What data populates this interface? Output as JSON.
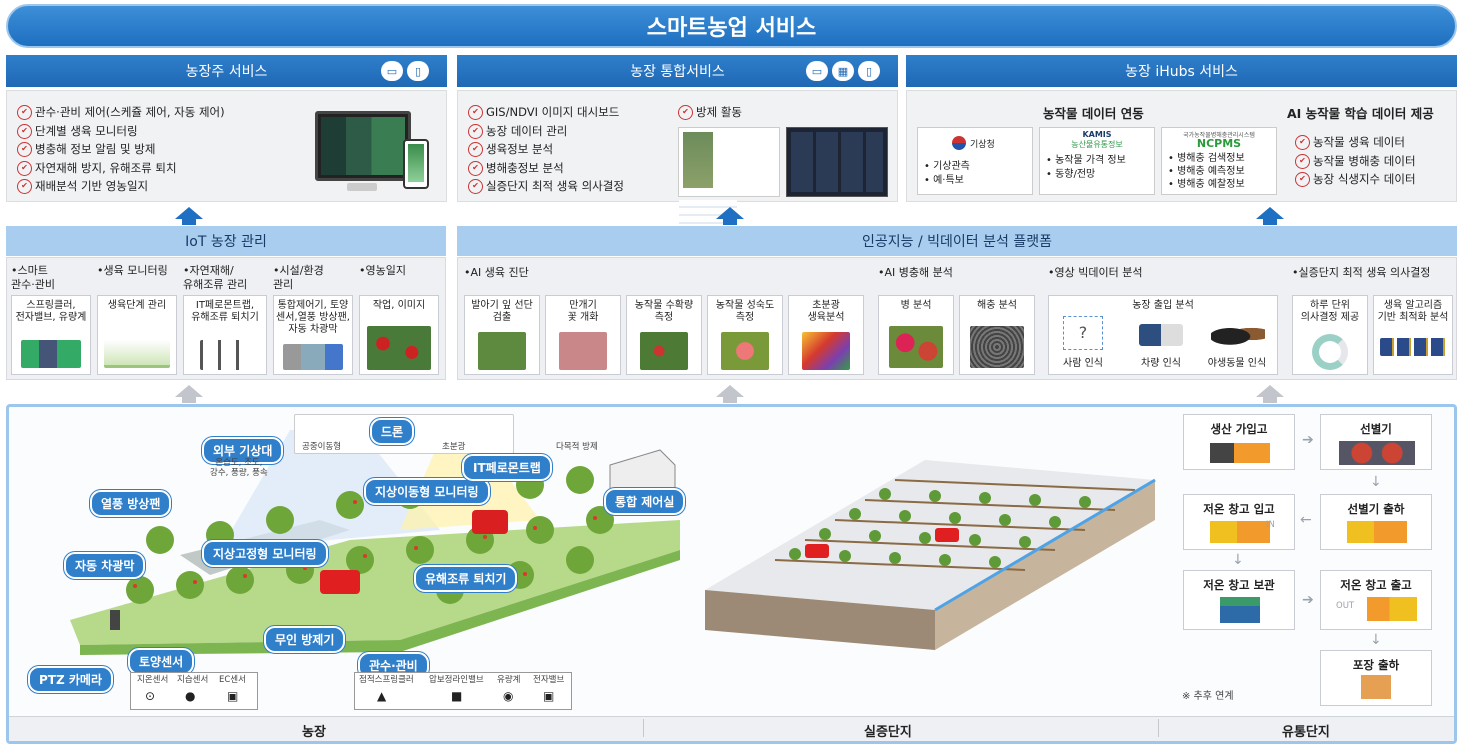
{
  "banner_title": "스마트농업 서비스",
  "services": {
    "farmer": {
      "title": "농장주 서비스",
      "items": [
        "관수·관비 제어(스케쥴 제어, 자동 제어)",
        "단계별 생육 모니터링",
        "병충해 정보 알림 및 방제",
        "자연재해 방지, 유해조류 퇴치",
        "재배분석 기반 영농일지"
      ]
    },
    "integrated": {
      "title": "농장 통합서비스",
      "items": [
        "GIS/NDVI 이미지 대시보드",
        "농장 데이터 관리",
        "생육정보 분석",
        "병해충정보 분석",
        "실증단지 최적 생육 의사결정"
      ],
      "extra_item": "방제 활동"
    },
    "ihubs": {
      "title": "농장 iHubs 서비스",
      "data_link_title": "농작물 데이터 연동",
      "ai_title": "AI 농작물 학습 데이터 제공",
      "kma": {
        "logo": "기상청",
        "items": [
          "기상관측",
          "예·특보"
        ]
      },
      "kamis": {
        "logo": "KAMIS",
        "sub": "농산물유통정보",
        "items": [
          "농작물 가격 정보",
          "동향/전망"
        ]
      },
      "ncpms": {
        "top": "국가농작물병해충관리시스템",
        "logo": "NCPMS",
        "items": [
          "병해충 검색정보",
          "병해충 예측정보",
          "병해충 예찰정보"
        ]
      },
      "ai_items": [
        "농작물 생육 데이터",
        "농작물 병해충 데이터",
        "농장 식생지수 데이터"
      ]
    }
  },
  "iot": {
    "title": "IoT 농장 관리",
    "columns": [
      {
        "cat": "스마트\n관수·관비",
        "card": "스프링클러,\n전자밸브, 유량계"
      },
      {
        "cat": "생육 모니터링",
        "card": "생육단계 관리"
      },
      {
        "cat": "자연재해/\n유해조류 관리",
        "card": "IT페로몬트랩,\n유해조류 퇴치기"
      },
      {
        "cat": "시설/환경\n관리",
        "card": "통합제어기, 토양\n센서,열풍 방상팬,\n자동 차광막"
      },
      {
        "cat": "영농일지",
        "card": "작업, 이미지"
      }
    ]
  },
  "platform": {
    "title": "인공지능 / 빅데이터 분석 플랫폼",
    "ai_growth": {
      "cat": "AI 생육 진단",
      "cards": [
        "발아기 잎 선단\n검출",
        "만개기\n꽃 개화",
        "농작물 수확량\n측정",
        "농작물 성숙도\n측정",
        "초분광\n생육분석"
      ]
    },
    "ai_pest": {
      "cat": "AI 병충해 분석",
      "cards": [
        "병 분석",
        "해충 분석"
      ]
    },
    "video": {
      "cat": "영상 빅데이터 분석",
      "title": "농장 출입 분석",
      "items": [
        "사람 인식",
        "차량 인식",
        "야생동물 인식"
      ]
    },
    "decision": {
      "cat": "실증단지 최적 생육 의사결정",
      "cards": [
        "하루 단위\n의사결정 제공",
        "생육 알고리즘\n기반 최적화 분석"
      ]
    }
  },
  "farm": {
    "drone_title": "드론",
    "drone_labels": [
      "공중이동형",
      "초분광",
      "다목적 방제"
    ],
    "labels": [
      "외부 기상대",
      "열풍 방상팬",
      "지상이동형 모니터링",
      "IT페로몬트랩",
      "통합 제어실",
      "지상고정형 모니터링",
      "자동 차광막",
      "유해조류 퇴치기",
      "무인 방제기",
      "토양센서",
      "관수·관비",
      "PTZ 카메라"
    ],
    "weather_note": "온습도, 조도,\n강수, 풍량, 풍속",
    "soil_sensors": [
      "지온센서",
      "지습센서",
      "EC센서"
    ],
    "irrigation_items": [
      "점적스프링클러",
      "압보정라인밸브",
      "유량계",
      "전자밸브"
    ]
  },
  "distribution": {
    "steps": [
      "생산 가입고",
      "선별기",
      "저온 창고 입고",
      "선별기 출하",
      "저온 창고 보관",
      "저온 창고 출고",
      "포장 출하"
    ],
    "in_label": "IN",
    "out_label": "OUT",
    "note": "※ 추후 연계"
  },
  "footer_labels": [
    "농장",
    "실증단지",
    "유통단지"
  ]
}
